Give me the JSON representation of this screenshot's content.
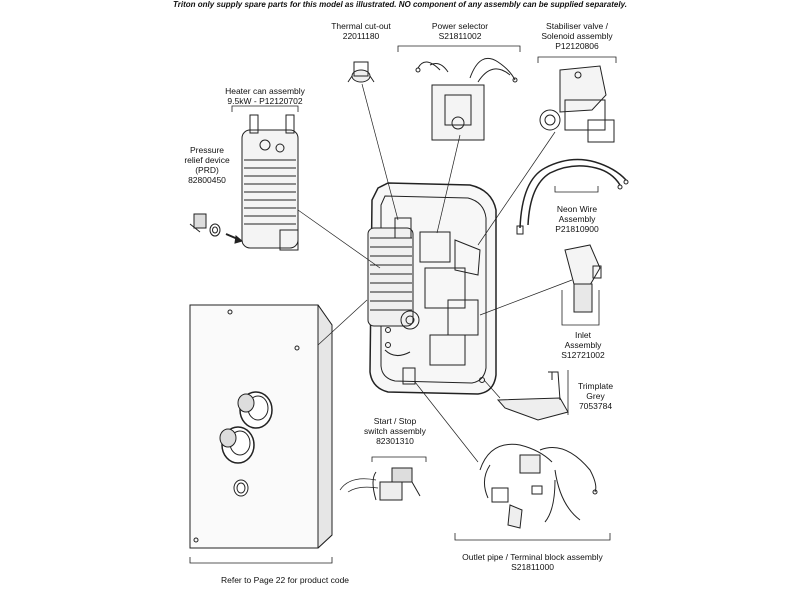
{
  "notice": "Triton only supply spare parts for this model as illustrated. NO component of any assembly can be supplied separately.",
  "parts": {
    "thermal_cutout": {
      "name": "Thermal cut-out",
      "code": "22011180"
    },
    "power_selector": {
      "name": "Power selector",
      "code": "S21811002"
    },
    "stabiliser_valve": {
      "name_line1": "Stabiliser valve /",
      "name_line2": "Solenoid assembly",
      "code": "P12120806"
    },
    "heater_can": {
      "name": "Heater can assembly",
      "code": "9.5kW - P12120702"
    },
    "prd": {
      "name_line1": "Pressure",
      "name_line2": "relief device",
      "name_line3": "(PRD)",
      "code": "82800450"
    },
    "neon_wire": {
      "name_line1": "Neon Wire",
      "name_line2": "Assembly",
      "code": "P21810900"
    },
    "inlet": {
      "name_line1": "Inlet",
      "name_line2": "Assembly",
      "code": "S12721002"
    },
    "trimplate": {
      "name_line1": "Trimplate",
      "name_line2": "Grey",
      "code": "7053784"
    },
    "start_stop": {
      "name_line1": "Start / Stop",
      "name_line2": "switch assembly",
      "code": "82301310"
    },
    "outlet_pipe": {
      "name": "Outlet pipe / Terminal block assembly",
      "code": "S21811000"
    },
    "cover": {
      "note": "Refer to Page 22 for product code"
    }
  }
}
